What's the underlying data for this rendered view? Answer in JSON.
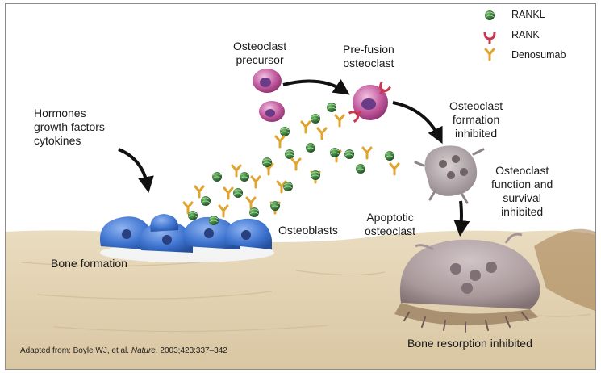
{
  "legend": {
    "rankl": "RANKL",
    "rank": "RANK",
    "denosumab": "Denosumab"
  },
  "labels": {
    "hormones": "Hormones\ngrowth factors\ncytokines",
    "osteoclast_precursor": "Osteoclast\nprecursor",
    "pre_fusion": "Pre-fusion\nosteoclast",
    "formation_inhibited": "Osteoclast\nformation\ninhibited",
    "function_inhibited": "Osteoclast\nfunction and\nsurvival\ninhibited",
    "apoptotic": "Apoptotic\nosteoclast",
    "osteoblasts": "Osteoblasts",
    "bone_formation": "Bone formation",
    "bone_resorption": "Bone resorption inhibited"
  },
  "caption": {
    "prefix": "Adapted from: Boyle WJ, et al. ",
    "journal": "Nature",
    "suffix": ". 2003;423:337–342"
  },
  "colors": {
    "bone": "#e3d2b2",
    "osteoblast": "#3f74d0",
    "precursor": "#c25a9d",
    "rankl": "#2c6a33",
    "denosumab": "#e0a430",
    "rank": "#c9384f",
    "osteoclast": "#9e9296"
  }
}
